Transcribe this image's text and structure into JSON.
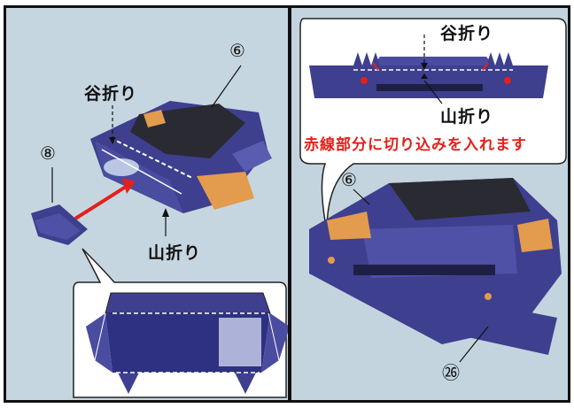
{
  "left_panel": {
    "part_number_top": "⑥",
    "part_number_side": "⑧",
    "valley_fold_label": "谷折り",
    "mountain_fold_label": "山折り"
  },
  "right_panel": {
    "valley_fold_label": "谷折り",
    "mountain_fold_label": "山折り",
    "cut_instruction": "赤線部分に切り込みを入れます",
    "part_number_top": "⑥",
    "part_number_bottom": "㉖"
  },
  "colors": {
    "panel_bg": "#c6d6e0",
    "model_blue": "#3e3f8e",
    "red": "#e4201b",
    "orange": "#e29a4a"
  }
}
